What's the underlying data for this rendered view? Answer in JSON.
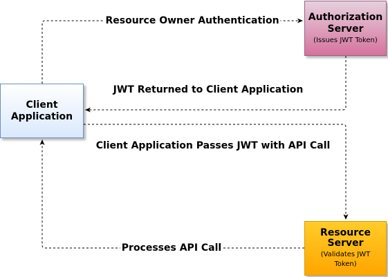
{
  "nodes": {
    "client": {
      "title_line1": "Client",
      "title_line2": "Application"
    },
    "auth": {
      "title_line1": "Authorization",
      "title_line2": "Server",
      "subtitle": "(Issues JWT Token)"
    },
    "resource": {
      "title_line1": "Resource",
      "title_line2": "Server",
      "subtitle_line1": "(Validates JWT",
      "subtitle_line2": "Token)"
    }
  },
  "edges": {
    "resource_owner_auth": "Resource Owner Authentication",
    "jwt_returned": "JWT Returned to Client Application",
    "passes_jwt": "Client Application Passes JWT with API Call",
    "processes_api_call": "Processes API Call"
  },
  "colors": {
    "client_fill": "#dae8fc",
    "client_stroke": "#6c8ebf",
    "auth_fill": "#d5739d",
    "auth_stroke": "#996185",
    "resource_fill": "#ffa500",
    "resource_stroke": "#d79b00",
    "edge": "#000000"
  }
}
